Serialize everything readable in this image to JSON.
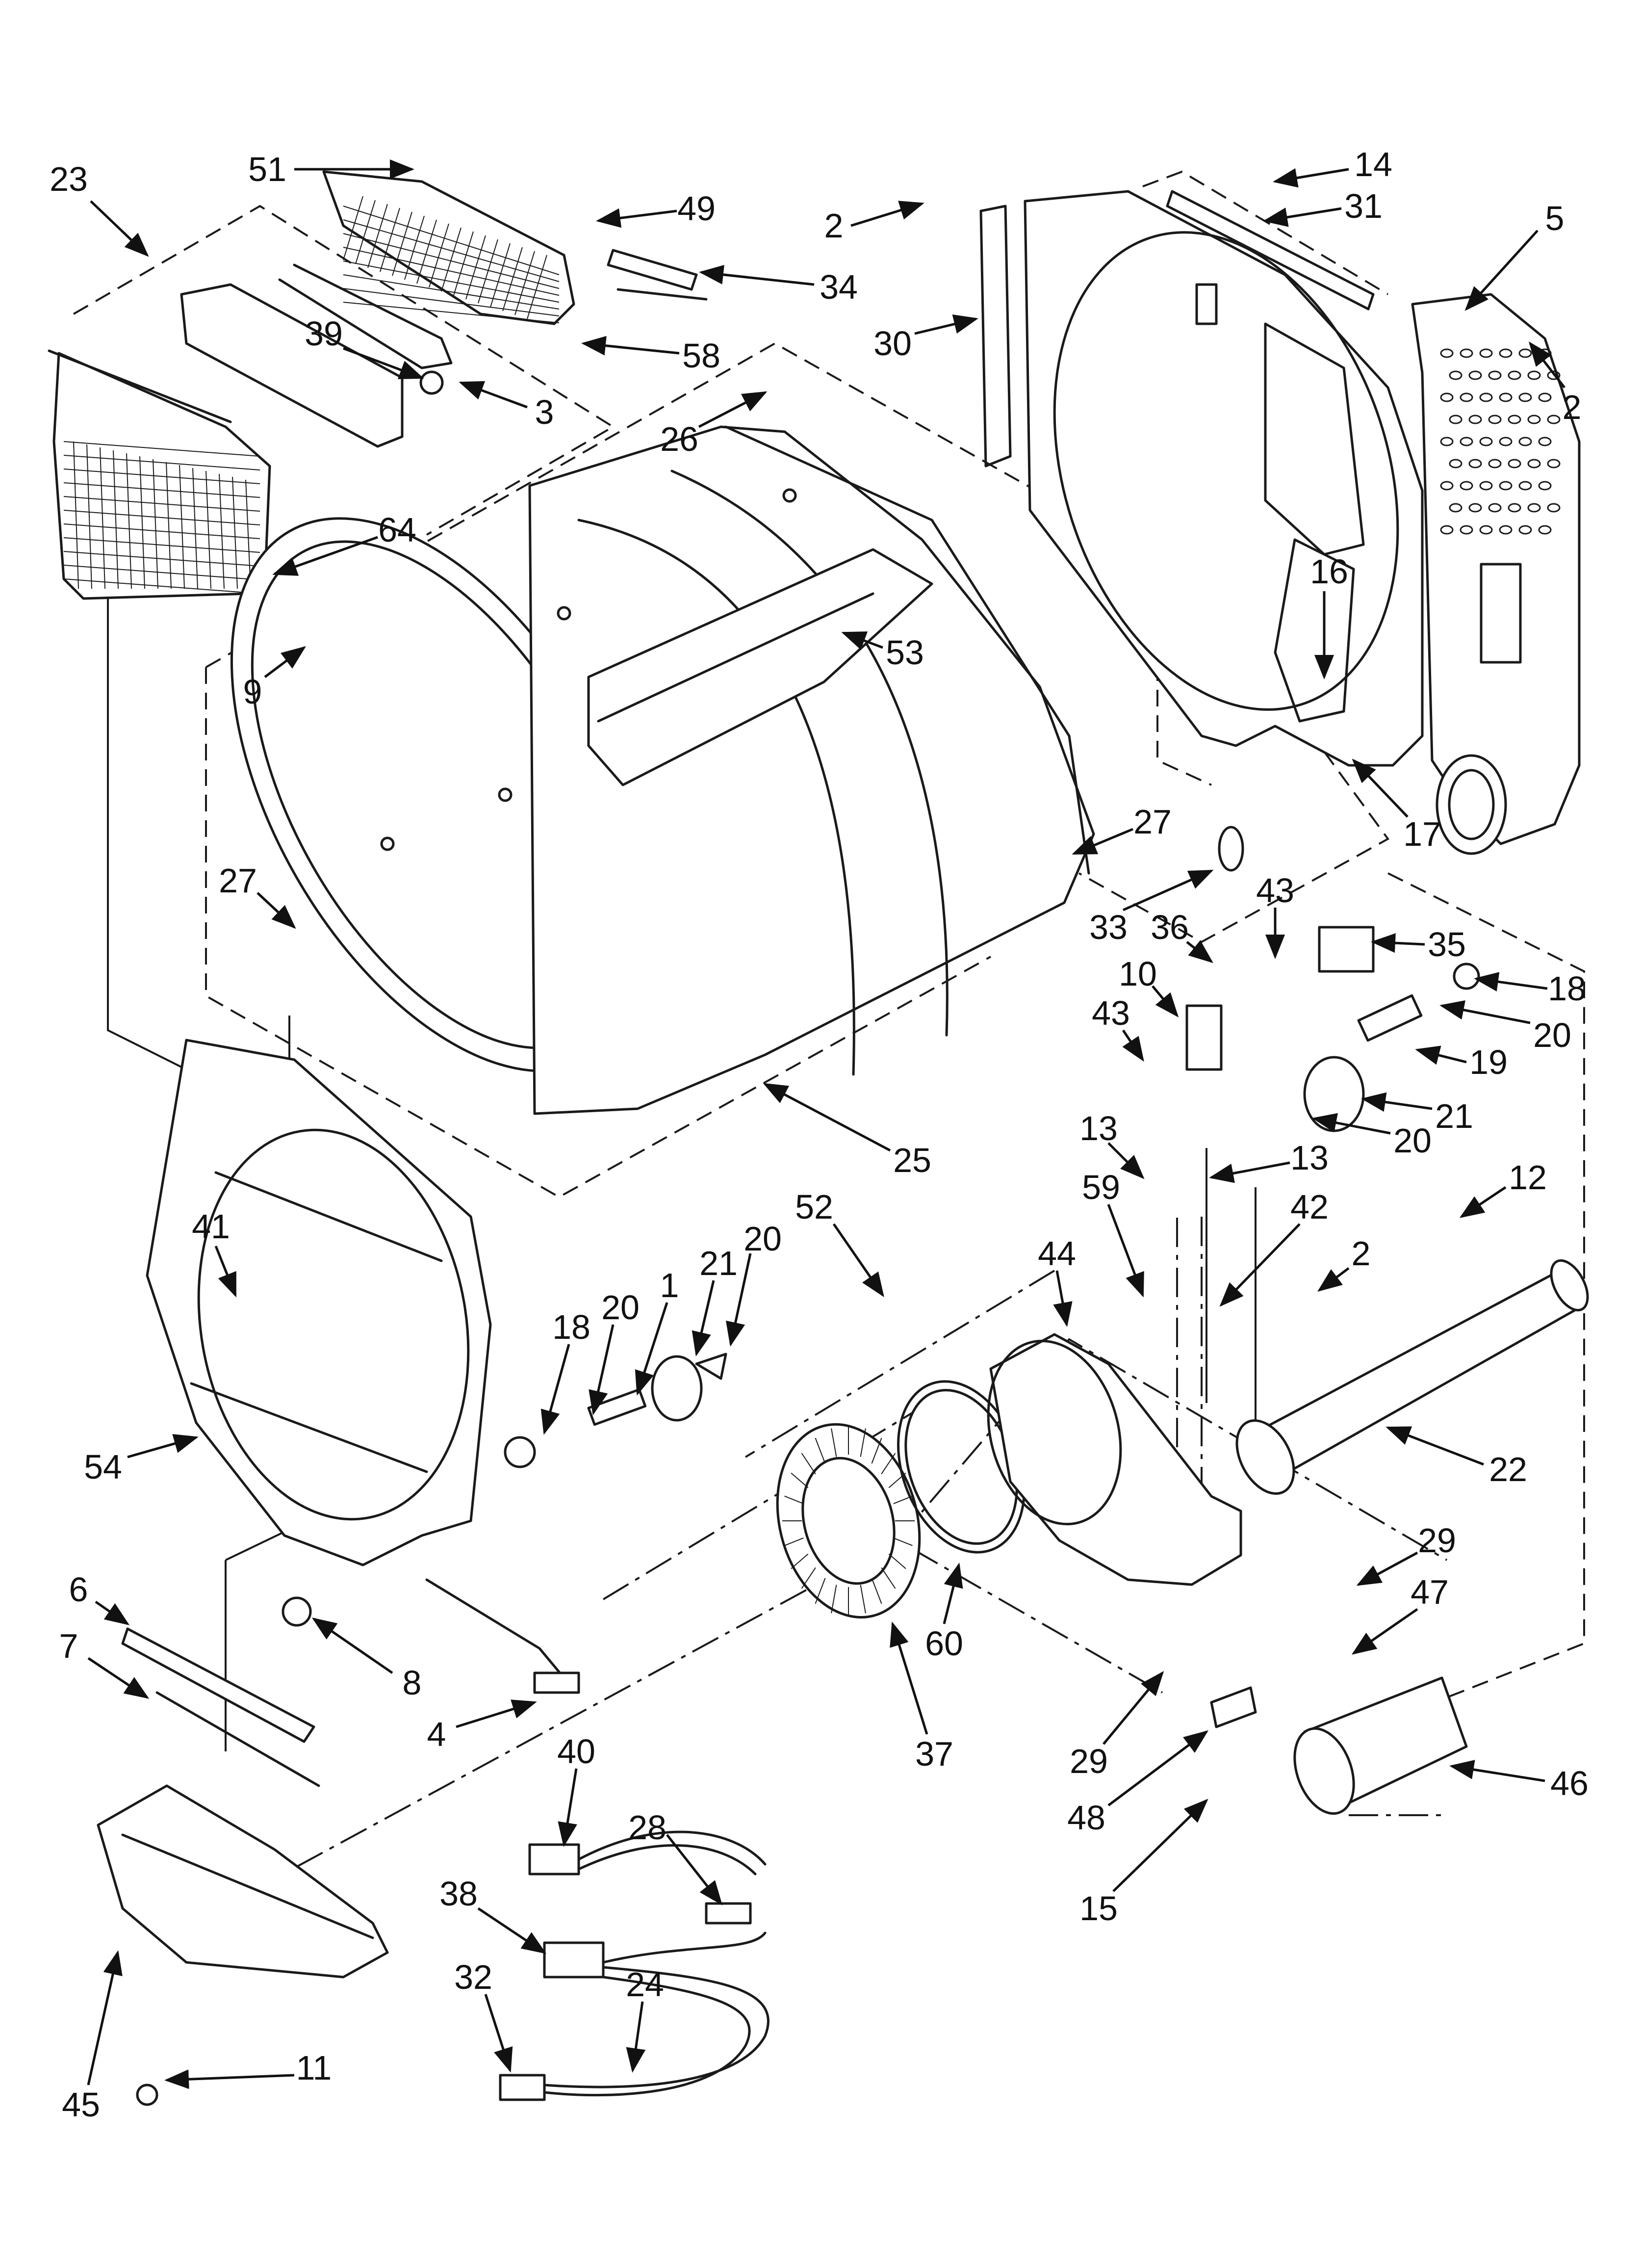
{
  "diagram": {
    "callouts": [
      {
        "id": "c1",
        "text": "51"
      },
      {
        "id": "c2",
        "text": "23"
      },
      {
        "id": "c3",
        "text": "49"
      },
      {
        "id": "c4",
        "text": "2"
      },
      {
        "id": "c5",
        "text": "14"
      },
      {
        "id": "c6",
        "text": "31"
      },
      {
        "id": "c7",
        "text": "5"
      },
      {
        "id": "c8",
        "text": "34"
      },
      {
        "id": "c9",
        "text": "39"
      },
      {
        "id": "c10",
        "text": "58"
      },
      {
        "id": "c11",
        "text": "30"
      },
      {
        "id": "c12",
        "text": "2"
      },
      {
        "id": "c13",
        "text": "3"
      },
      {
        "id": "c14",
        "text": "26"
      },
      {
        "id": "c15",
        "text": "64"
      },
      {
        "id": "c16",
        "text": "16"
      },
      {
        "id": "c17",
        "text": "9"
      },
      {
        "id": "c18",
        "text": "53"
      },
      {
        "id": "c19",
        "text": "17"
      },
      {
        "id": "c20",
        "text": "27"
      },
      {
        "id": "c21",
        "text": "27"
      },
      {
        "id": "c22",
        "text": "33"
      },
      {
        "id": "c23",
        "text": "43"
      },
      {
        "id": "c24",
        "text": "36"
      },
      {
        "id": "c25",
        "text": "35"
      },
      {
        "id": "c26",
        "text": "10"
      },
      {
        "id": "c27",
        "text": "18"
      },
      {
        "id": "c28",
        "text": "43"
      },
      {
        "id": "c29",
        "text": "20"
      },
      {
        "id": "c30",
        "text": "19"
      },
      {
        "id": "c31",
        "text": "20"
      },
      {
        "id": "c32",
        "text": "21"
      },
      {
        "id": "c33",
        "text": "25"
      },
      {
        "id": "c34",
        "text": "13"
      },
      {
        "id": "c35",
        "text": "13"
      },
      {
        "id": "c36",
        "text": "52"
      },
      {
        "id": "c37",
        "text": "59"
      },
      {
        "id": "c38",
        "text": "42"
      },
      {
        "id": "c39",
        "text": "12"
      },
      {
        "id": "c40",
        "text": "41"
      },
      {
        "id": "c41",
        "text": "20"
      },
      {
        "id": "c42",
        "text": "1"
      },
      {
        "id": "c43",
        "text": "21"
      },
      {
        "id": "c44",
        "text": "18"
      },
      {
        "id": "c45",
        "text": "20"
      },
      {
        "id": "c46",
        "text": "44"
      },
      {
        "id": "c47",
        "text": "2"
      },
      {
        "id": "c48",
        "text": "54"
      },
      {
        "id": "c49",
        "text": "22"
      },
      {
        "id": "c50",
        "text": "60"
      },
      {
        "id": "c51",
        "text": "6"
      },
      {
        "id": "c52",
        "text": "8"
      },
      {
        "id": "c53",
        "text": "29"
      },
      {
        "id": "c54",
        "text": "7"
      },
      {
        "id": "c55",
        "text": "47"
      },
      {
        "id": "c56",
        "text": "4"
      },
      {
        "id": "c57",
        "text": "37"
      },
      {
        "id": "c58",
        "text": "29"
      },
      {
        "id": "c59",
        "text": "46"
      },
      {
        "id": "c60",
        "text": "48"
      },
      {
        "id": "c61",
        "text": "40"
      },
      {
        "id": "c62",
        "text": "28"
      },
      {
        "id": "c63",
        "text": "15"
      },
      {
        "id": "c64",
        "text": "38"
      },
      {
        "id": "c65",
        "text": "32"
      },
      {
        "id": "c66",
        "text": "24"
      },
      {
        "id": "c67",
        "text": "45"
      },
      {
        "id": "c68",
        "text": "11"
      }
    ]
  }
}
